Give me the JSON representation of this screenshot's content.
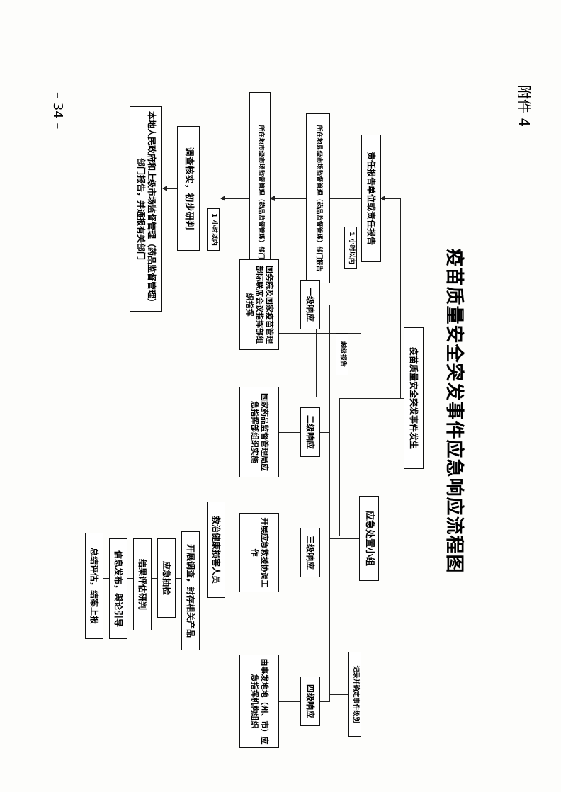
{
  "attachment_label": "附件 4",
  "title": "疫苗质量安全突发事件应急响应流程图",
  "page_number": "– 34 –",
  "nodes": {
    "event_occurs": "疫苗质量安全突发事件发生",
    "responsible_report": "责任报告单位或责任报告",
    "county_report": "所在地县级市场监督管理（药品监督管理）部门报告",
    "city_report": "所在地市级市场监督管理（药品监督管理）部门报告",
    "investigate": "调查核实，初步研判",
    "report_gov": "本地人民政府和上级市场监督管理（药品监督管理）部门报告，并通报有关部门",
    "emergency_group": "应急处置小组",
    "level1": "一级响应",
    "level2": "二级响应",
    "level3": "三级响应",
    "level4": "四级响应",
    "level1_desc": "国务院及国家疫苗管理部际联席会议指挥部组织指挥",
    "level2_desc": "国家药品监督管理局应急指挥部组织实施",
    "level3_desc": "开展应急救援协调工作",
    "level4_desc": "由事发地地（州、市）应急指挥机构组织",
    "step1": "救治健康损害人员",
    "step2": "开展调查，封存相关产品",
    "step3": "应急抽检",
    "step4": "结果评估研判",
    "step5": "信息发布，舆论引导",
    "step6": "总结评估，结案上报"
  },
  "labels": {
    "one_hour_a": "1 小时以内",
    "one_hour_b": "1 小时以内",
    "skip_level": "越级报告",
    "record_level": "记录并确定事件级别"
  }
}
